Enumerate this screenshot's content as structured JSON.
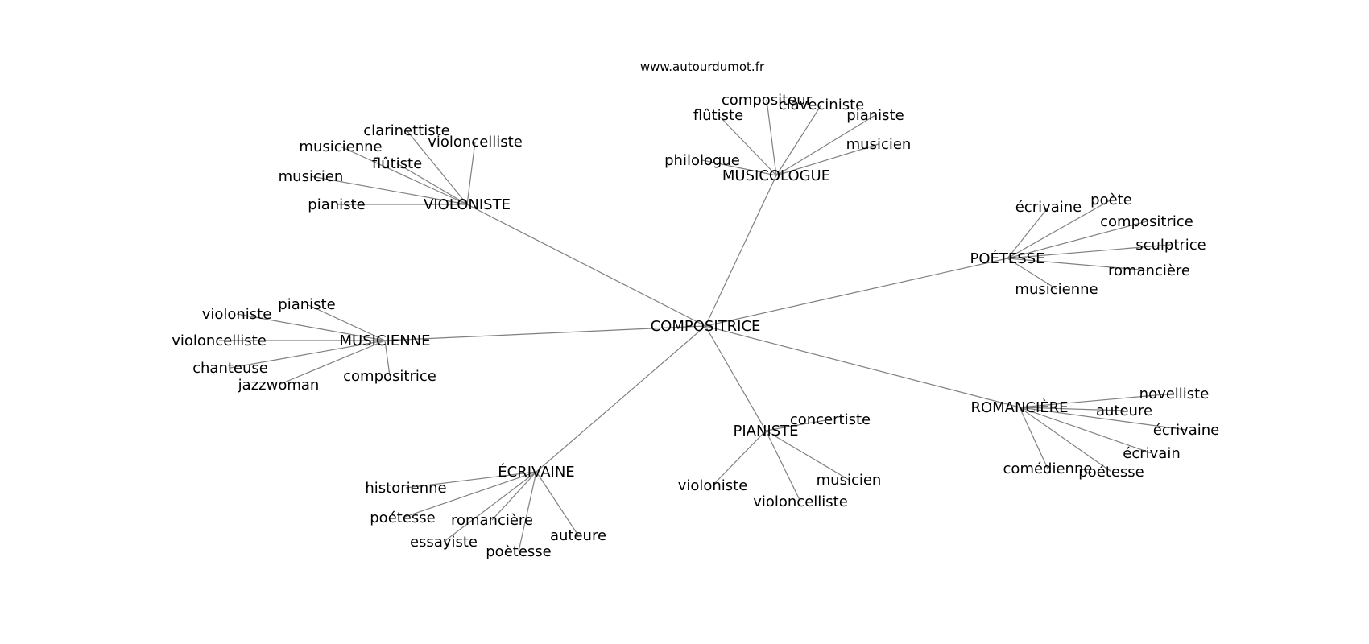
{
  "watermark": "www.autourdumot.fr",
  "graph": {
    "root": "COMPOSITRICE",
    "groups": [
      {
        "hub": "VIOLONISTE",
        "leaves": [
          "clarinettiste",
          "violoncelliste",
          "musicienne",
          "flûtiste",
          "musicien",
          "pianiste"
        ]
      },
      {
        "hub": "MUSICOLOGUE",
        "leaves": [
          "compositeur",
          "claveciniste",
          "flûtiste",
          "pianiste",
          "musicien",
          "philologue"
        ]
      },
      {
        "hub": "POÉTESSE",
        "leaves": [
          "écrivaine",
          "poète",
          "compositrice",
          "sculptrice",
          "romancière",
          "musicienne"
        ]
      },
      {
        "hub": "MUSICIENNE",
        "leaves": [
          "pianiste",
          "violoniste",
          "violoncelliste",
          "chanteuse",
          "jazzwoman",
          "compositrice"
        ]
      },
      {
        "hub": "ROMANCIÈRE",
        "leaves": [
          "novelliste",
          "auteure",
          "écrivaine",
          "écrivain",
          "comédienne",
          "poétesse"
        ]
      },
      {
        "hub": "PIANISTE",
        "leaves": [
          "concertiste",
          "musicien",
          "violoniste",
          "violoncelliste"
        ]
      },
      {
        "hub": "ÉCRIVAINE",
        "leaves": [
          "historienne",
          "poétesse",
          "romancière",
          "essayiste",
          "poètesse",
          "auteure"
        ]
      }
    ]
  }
}
